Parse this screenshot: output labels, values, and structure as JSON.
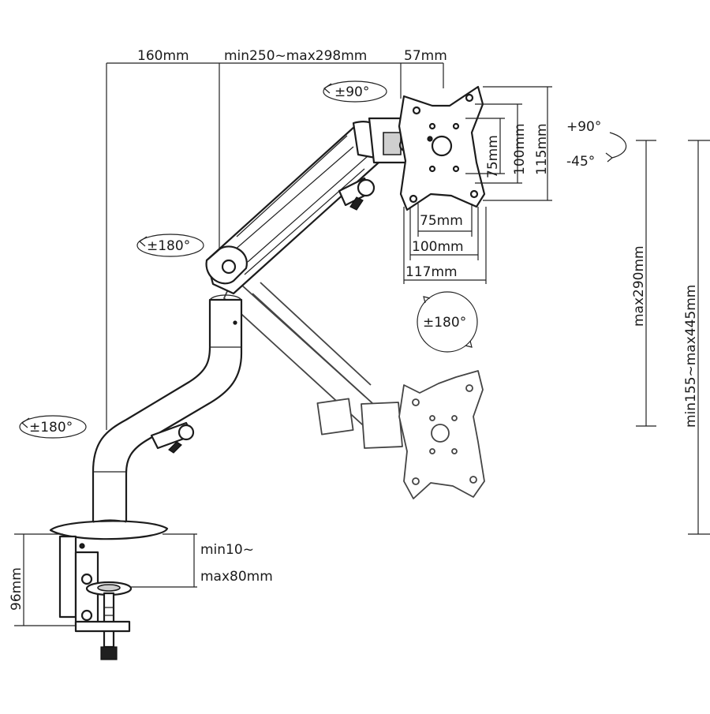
{
  "dimensions": {
    "arm_base_offset": "160mm",
    "arm_extension": "min250~max298mm",
    "plate_offset": "57mm",
    "vesa_v_75": "75mm",
    "vesa_v_100": "100mm",
    "plate_height": "115mm",
    "vesa_h_75": "75mm",
    "vesa_h_100": "100mm",
    "plate_width": "117mm",
    "height_max": "max290mm",
    "height_range": "min155~max445mm",
    "clamp_height": "96mm",
    "desk_thickness_min": "min10~",
    "desk_thickness_max": "max80mm"
  },
  "rotations": {
    "plate_swivel": "±90°",
    "tilt_up": "+90°",
    "tilt_down": "-45°",
    "arm_joint": "±180°",
    "screen_rotation": "±180°",
    "base_rotation": "±180°"
  }
}
